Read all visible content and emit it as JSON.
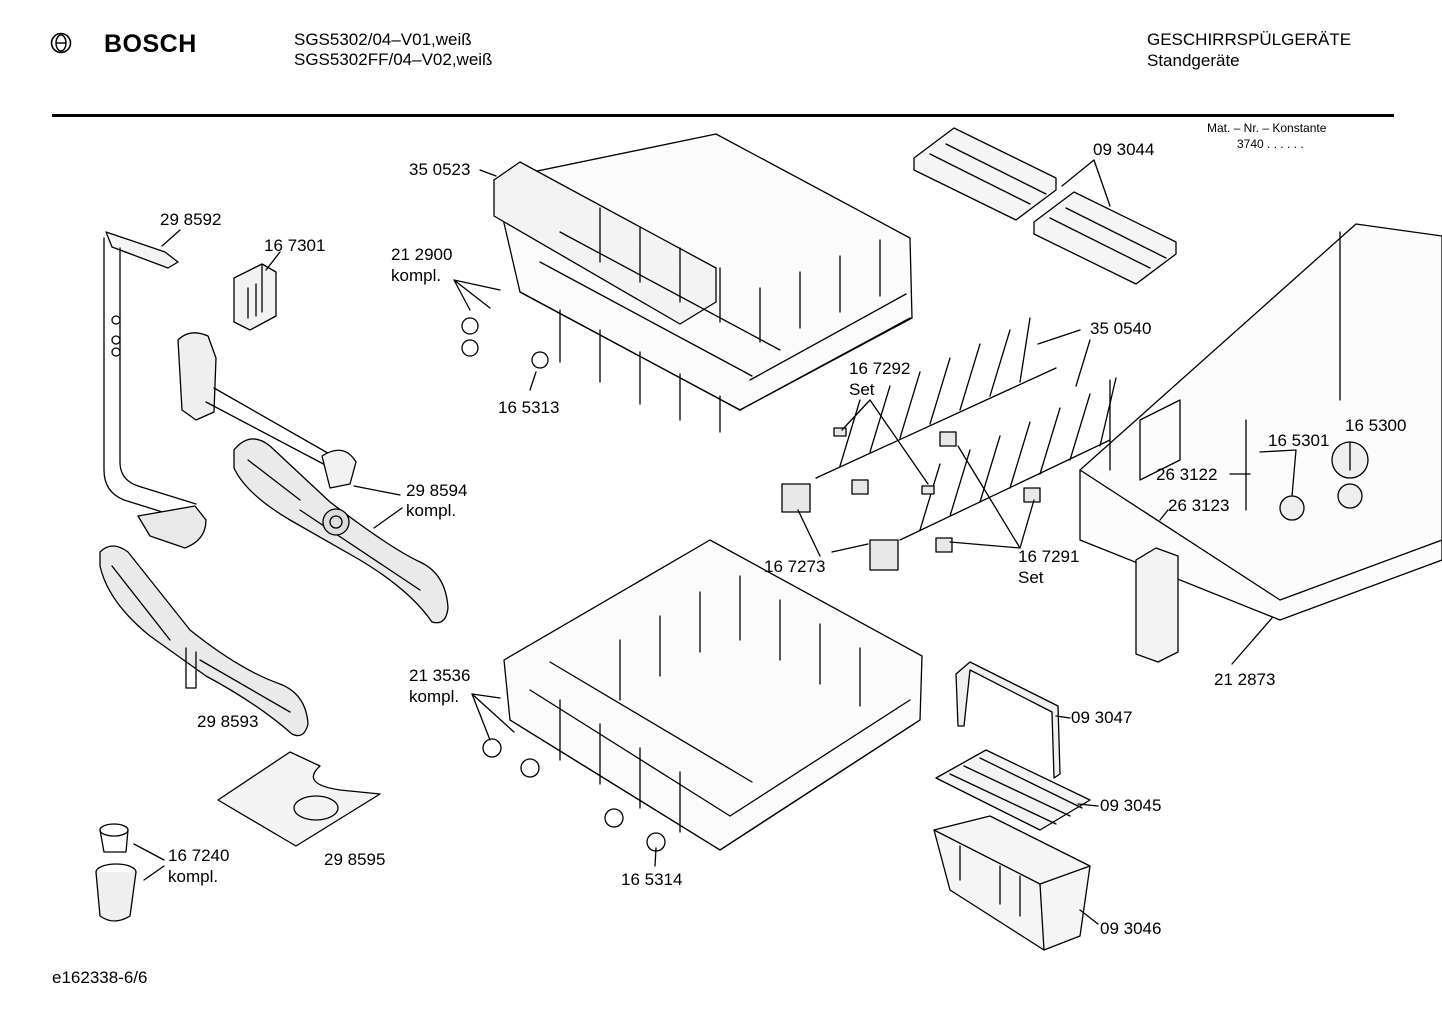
{
  "header": {
    "brand": "BOSCH",
    "model_line_1": "SGS5302/04–V01,weiß",
    "model_line_2": "SGS5302FF/04–V02,weiß",
    "category": "GESCHIRRSPÜLGERÄTE",
    "subcategory": "Standgeräte"
  },
  "constant": {
    "label": "Mat. – Nr. – Konstante",
    "value": "3740 .  .   .  .  .  ."
  },
  "parts": {
    "p298592": "29 8592",
    "p167301": "16 7301",
    "p350523": "35 0523",
    "p212900": "21 2900",
    "p212900_note": "kompl.",
    "p165313": "16 5313",
    "p093044": "09 3044",
    "p350540": "35 0540",
    "p167292": "16 7292",
    "p167292_note": "Set",
    "p165301": "16 5301",
    "p165300": "16 5300",
    "p263122": "26 3122",
    "p263123": "26 3123",
    "p298594": "29 8594",
    "p298594_note": "kompl.",
    "p167273": "16 7273",
    "p167291": "16 7291",
    "p167291_note": "Set",
    "p212873": "21 2873",
    "p213536": "21 3536",
    "p213536_note": "kompl.",
    "p298593": "29 8593",
    "p093047": "09 3047",
    "p093045": "09 3045",
    "p167240": "16 7240",
    "p167240_note": "kompl.",
    "p298595": "29 8595",
    "p165314": "16 5314",
    "p093046": "09 3046"
  },
  "footer": {
    "drawing_id": "e162338-6/6"
  }
}
